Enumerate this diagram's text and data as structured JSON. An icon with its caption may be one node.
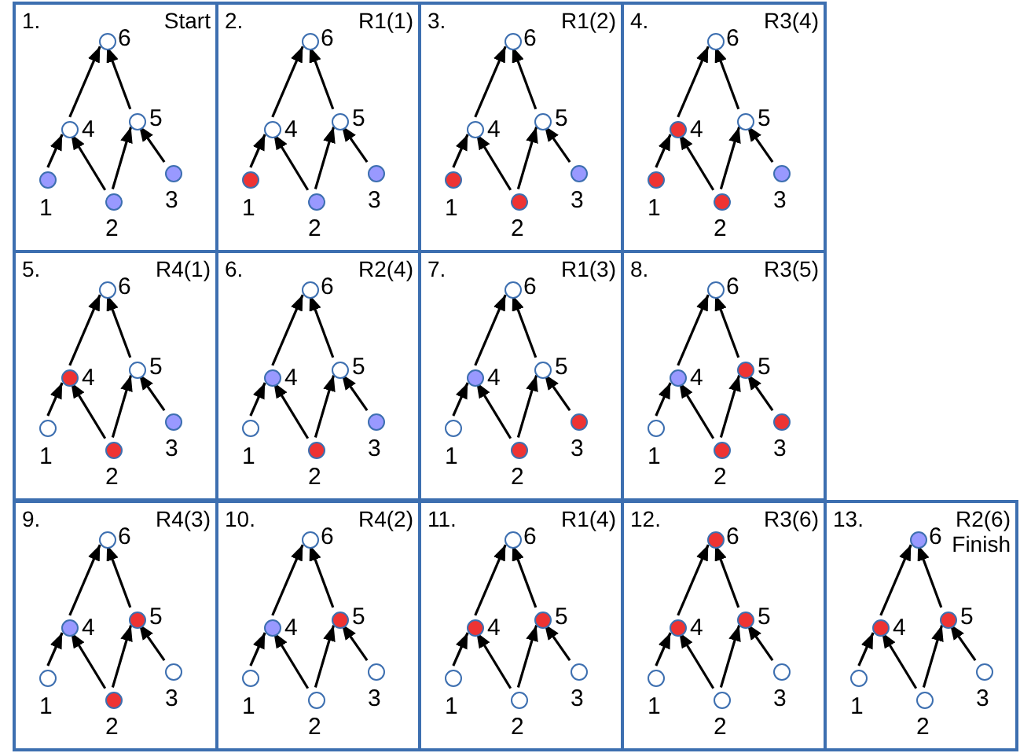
{
  "diagram": {
    "nodes": [
      {
        "text": [
          "1.",
          "Start"
        ]
      },
      {
        "text": [],
        "shape": "circle",
        "in": 0,
        "beside": [
          "6"
        ]
      },
      {
        "text": [],
        "shape": "circle",
        "in": 0,
        "beside": [
          "4"
        ]
      },
      {
        "text": [],
        "shape": "circle",
        "in": 0,
        "beside": [
          "5"
        ]
      },
      {
        "text": [],
        "shape": "circle",
        "in": 0,
        "beside": [
          "1"
        ]
      },
      {
        "text": [],
        "shape": "circle",
        "in": 0,
        "beside": [
          "3"
        ]
      },
      {
        "text": [],
        "shape": "circle",
        "in": 0,
        "beside": [
          "2"
        ]
      },
      {
        "text": [
          "2.",
          "R1(1)"
        ]
      },
      {
        "text": [],
        "shape": "circle",
        "in": 7,
        "beside": [
          "6"
        ]
      },
      {
        "text": [],
        "shape": "circle",
        "in": 7,
        "beside": [
          "4"
        ]
      },
      {
        "text": [],
        "shape": "circle",
        "in": 7,
        "beside": [
          "5"
        ]
      },
      {
        "text": [],
        "shape": "circle",
        "in": 7,
        "beside": [
          "1"
        ]
      },
      {
        "text": [],
        "shape": "circle",
        "in": 7,
        "beside": [
          "3"
        ]
      },
      {
        "text": [],
        "shape": "circle",
        "in": 7,
        "beside": [
          "2"
        ]
      },
      {
        "text": [
          "3.",
          "R1(2)"
        ]
      },
      {
        "text": [],
        "shape": "circle",
        "in": 14,
        "beside": [
          "6"
        ]
      },
      {
        "text": [],
        "shape": "circle",
        "in": 14,
        "beside": [
          "4"
        ]
      },
      {
        "text": [],
        "shape": "circle",
        "in": 14,
        "beside": [
          "5"
        ]
      },
      {
        "text": [],
        "shape": "circle",
        "in": 14,
        "beside": [
          "1"
        ]
      },
      {
        "text": [],
        "shape": "circle",
        "in": 14,
        "beside": [
          "3"
        ]
      },
      {
        "text": [],
        "shape": "circle",
        "in": 14,
        "beside": [
          "2"
        ]
      },
      {
        "text": [
          "4.",
          "R3(4)"
        ]
      },
      {
        "text": [],
        "shape": "circle",
        "in": 21,
        "beside": [
          "6"
        ]
      },
      {
        "text": [],
        "shape": "circle",
        "in": 21,
        "beside": [
          "4"
        ]
      },
      {
        "text": [],
        "shape": "circle",
        "in": 21,
        "beside": [
          "5"
        ]
      },
      {
        "text": [],
        "shape": "circle",
        "in": 21,
        "beside": [
          "1"
        ]
      },
      {
        "text": [],
        "shape": "circle",
        "in": 21,
        "beside": [
          "3"
        ]
      },
      {
        "text": [],
        "shape": "circle",
        "in": 21,
        "beside": [
          "2"
        ]
      },
      {
        "text": [
          "5.",
          "R4(1)"
        ]
      },
      {
        "text": [],
        "shape": "circle",
        "in": 28,
        "beside": [
          "6"
        ]
      },
      {
        "text": [],
        "shape": "circle",
        "in": 28,
        "beside": [
          "4"
        ]
      },
      {
        "text": [],
        "shape": "circle",
        "in": 28,
        "beside": [
          "5"
        ]
      },
      {
        "text": [],
        "shape": "circle",
        "in": 28,
        "beside": [
          "1"
        ]
      },
      {
        "text": [],
        "shape": "circle",
        "in": 28,
        "beside": [
          "3"
        ]
      },
      {
        "text": [],
        "shape": "circle",
        "in": 28,
        "beside": [
          "2"
        ]
      },
      {
        "text": [
          "6.",
          "R2(4)"
        ]
      },
      {
        "text": [],
        "shape": "circle",
        "in": 35,
        "beside": [
          "6"
        ]
      },
      {
        "text": [],
        "shape": "circle",
        "in": 35,
        "beside": [
          "4"
        ]
      },
      {
        "text": [],
        "shape": "circle",
        "in": 35,
        "beside": [
          "5"
        ]
      },
      {
        "text": [],
        "shape": "circle",
        "in": 35,
        "beside": [
          "1"
        ]
      },
      {
        "text": [],
        "shape": "circle",
        "in": 35,
        "beside": [
          "3"
        ]
      },
      {
        "text": [],
        "shape": "circle",
        "in": 35,
        "beside": [
          "2"
        ]
      },
      {
        "text": [
          "7.",
          "R1(3)"
        ]
      },
      {
        "text": [],
        "shape": "circle",
        "in": 42,
        "beside": [
          "6"
        ]
      },
      {
        "text": [],
        "shape": "circle",
        "in": 42,
        "beside": [
          "4"
        ]
      },
      {
        "text": [],
        "shape": "circle",
        "in": 42,
        "beside": [
          "5"
        ]
      },
      {
        "text": [],
        "shape": "circle",
        "in": 42,
        "beside": [
          "1"
        ]
      },
      {
        "text": [],
        "shape": "circle",
        "in": 42,
        "beside": [
          "3"
        ]
      },
      {
        "text": [],
        "shape": "circle",
        "in": 42,
        "beside": [
          "2"
        ]
      },
      {
        "text": [
          "8.",
          "R3(5)"
        ]
      },
      {
        "text": [],
        "shape": "circle",
        "in": 49,
        "beside": [
          "6"
        ]
      },
      {
        "text": [],
        "shape": "circle",
        "in": 49,
        "beside": [
          "4"
        ]
      },
      {
        "text": [],
        "shape": "circle",
        "in": 49,
        "beside": [
          "5"
        ]
      },
      {
        "text": [],
        "shape": "circle",
        "in": 49,
        "beside": [
          "1"
        ]
      },
      {
        "text": [],
        "shape": "circle",
        "in": 49,
        "beside": [
          "3"
        ]
      },
      {
        "text": [],
        "shape": "circle",
        "in": 49,
        "beside": [
          "2"
        ]
      },
      {
        "text": [
          "9.",
          "R4(3)"
        ]
      },
      {
        "text": [],
        "shape": "circle",
        "in": 56,
        "beside": [
          "6"
        ]
      },
      {
        "text": [],
        "shape": "circle",
        "in": 56,
        "beside": [
          "4"
        ]
      },
      {
        "text": [],
        "shape": "circle",
        "in": 56,
        "beside": [
          "5"
        ]
      },
      {
        "text": [],
        "shape": "circle",
        "in": 56,
        "beside": [
          "1"
        ]
      },
      {
        "text": [],
        "shape": "circle",
        "in": 56,
        "beside": [
          "3"
        ]
      },
      {
        "text": [],
        "shape": "circle",
        "in": 56,
        "beside": [
          "2"
        ]
      },
      {
        "text": [
          "10.",
          "R4(2)"
        ]
      },
      {
        "text": [],
        "shape": "circle",
        "in": 63,
        "beside": [
          "6"
        ]
      },
      {
        "text": [],
        "shape": "circle",
        "in": 63,
        "beside": [
          "4"
        ]
      },
      {
        "text": [],
        "shape": "circle",
        "in": 63,
        "beside": [
          "5"
        ]
      },
      {
        "text": [],
        "shape": "circle",
        "in": 63,
        "beside": [
          "1"
        ]
      },
      {
        "text": [],
        "shape": "circle",
        "in": 63,
        "beside": [
          "3"
        ]
      },
      {
        "text": [],
        "shape": "circle",
        "in": 63,
        "beside": [
          "2"
        ]
      },
      {
        "text": [
          "11.",
          "R1(4)"
        ]
      },
      {
        "text": [],
        "shape": "circle",
        "in": 70,
        "beside": [
          "6"
        ]
      },
      {
        "text": [],
        "shape": "circle",
        "in": 70,
        "beside": [
          "4"
        ]
      },
      {
        "text": [],
        "shape": "circle",
        "in": 70,
        "beside": [
          "5"
        ]
      },
      {
        "text": [],
        "shape": "circle",
        "in": 70,
        "beside": [
          "1"
        ]
      },
      {
        "text": [],
        "shape": "circle",
        "in": 70,
        "beside": [
          "3"
        ]
      },
      {
        "text": [],
        "shape": "circle",
        "in": 70,
        "beside": [
          "2"
        ]
      },
      {
        "text": [
          "12.",
          "R3(6)"
        ]
      },
      {
        "text": [],
        "shape": "circle",
        "in": 77,
        "beside": [
          "6"
        ]
      },
      {
        "text": [],
        "shape": "circle",
        "in": 77,
        "beside": [
          "4"
        ]
      },
      {
        "text": [],
        "shape": "circle",
        "in": 77,
        "beside": [
          "5"
        ]
      },
      {
        "text": [],
        "shape": "circle",
        "in": 77,
        "beside": [
          "1"
        ]
      },
      {
        "text": [],
        "shape": "circle",
        "in": 77,
        "beside": [
          "3"
        ]
      },
      {
        "text": [],
        "shape": "circle",
        "in": 77,
        "beside": [
          "2"
        ]
      },
      {
        "text": [
          "13.",
          "R2(6) Finish"
        ]
      },
      {
        "text": [],
        "shape": "circle",
        "in": 84,
        "beside": [
          "6"
        ]
      },
      {
        "text": [],
        "shape": "circle",
        "in": 84,
        "beside": [
          "4"
        ]
      },
      {
        "text": [],
        "shape": "circle",
        "in": 84,
        "beside": [
          "5"
        ]
      },
      {
        "text": [],
        "shape": "circle",
        "in": 84,
        "beside": [
          "1"
        ]
      },
      {
        "text": [],
        "shape": "circle",
        "in": 84,
        "beside": [
          "3"
        ]
      },
      {
        "text": [],
        "shape": "circle",
        "in": 84,
        "beside": [
          "2"
        ]
      }
    ],
    "edges": [
      {
        "from": 4,
        "to": 2,
        "arrow": "to"
      },
      {
        "from": 6,
        "to": 2,
        "arrow": "to"
      },
      {
        "from": 6,
        "to": 3,
        "arrow": "to"
      },
      {
        "from": 5,
        "to": 3,
        "arrow": "to"
      },
      {
        "from": 2,
        "to": 1,
        "arrow": "to"
      },
      {
        "from": 3,
        "to": 1,
        "arrow": "to"
      },
      {
        "from": 11,
        "to": 9,
        "arrow": "to"
      },
      {
        "from": 13,
        "to": 9,
        "arrow": "to"
      },
      {
        "from": 13,
        "to": 10,
        "arrow": "to"
      },
      {
        "from": 12,
        "to": 10,
        "arrow": "to"
      },
      {
        "from": 9,
        "to": 8,
        "arrow": "to"
      },
      {
        "from": 10,
        "to": 8,
        "arrow": "to"
      },
      {
        "from": 18,
        "to": 16,
        "arrow": "to"
      },
      {
        "from": 20,
        "to": 16,
        "arrow": "to"
      },
      {
        "from": 20,
        "to": 17,
        "arrow": "to"
      },
      {
        "from": 19,
        "to": 17,
        "arrow": "to"
      },
      {
        "from": 16,
        "to": 15,
        "arrow": "to"
      },
      {
        "from": 17,
        "to": 15,
        "arrow": "to"
      },
      {
        "from": 25,
        "to": 23,
        "arrow": "to"
      },
      {
        "from": 27,
        "to": 23,
        "arrow": "to"
      },
      {
        "from": 27,
        "to": 24,
        "arrow": "to"
      },
      {
        "from": 26,
        "to": 24,
        "arrow": "to"
      },
      {
        "from": 23,
        "to": 22,
        "arrow": "to"
      },
      {
        "from": 24,
        "to": 22,
        "arrow": "to"
      },
      {
        "from": 32,
        "to": 30,
        "arrow": "to"
      },
      {
        "from": 34,
        "to": 30,
        "arrow": "to"
      },
      {
        "from": 34,
        "to": 31,
        "arrow": "to"
      },
      {
        "from": 33,
        "to": 31,
        "arrow": "to"
      },
      {
        "from": 30,
        "to": 29,
        "arrow": "to"
      },
      {
        "from": 31,
        "to": 29,
        "arrow": "to"
      },
      {
        "from": 39,
        "to": 37,
        "arrow": "to"
      },
      {
        "from": 41,
        "to": 37,
        "arrow": "to"
      },
      {
        "from": 41,
        "to": 38,
        "arrow": "to"
      },
      {
        "from": 40,
        "to": 38,
        "arrow": "to"
      },
      {
        "from": 37,
        "to": 36,
        "arrow": "to"
      },
      {
        "from": 38,
        "to": 36,
        "arrow": "to"
      },
      {
        "from": 46,
        "to": 44,
        "arrow": "to"
      },
      {
        "from": 48,
        "to": 44,
        "arrow": "to"
      },
      {
        "from": 48,
        "to": 45,
        "arrow": "to"
      },
      {
        "from": 47,
        "to": 45,
        "arrow": "to"
      },
      {
        "from": 44,
        "to": 43,
        "arrow": "to"
      },
      {
        "from": 45,
        "to": 43,
        "arrow": "to"
      },
      {
        "from": 53,
        "to": 51,
        "arrow": "to"
      },
      {
        "from": 55,
        "to": 51,
        "arrow": "to"
      },
      {
        "from": 55,
        "to": 52,
        "arrow": "to"
      },
      {
        "from": 54,
        "to": 52,
        "arrow": "to"
      },
      {
        "from": 51,
        "to": 50,
        "arrow": "to"
      },
      {
        "from": 52,
        "to": 50,
        "arrow": "to"
      },
      {
        "from": 60,
        "to": 58,
        "arrow": "to"
      },
      {
        "from": 62,
        "to": 58,
        "arrow": "to"
      },
      {
        "from": 62,
        "to": 59,
        "arrow": "to"
      },
      {
        "from": 61,
        "to": 59,
        "arrow": "to"
      },
      {
        "from": 58,
        "to": 57,
        "arrow": "to"
      },
      {
        "from": 59,
        "to": 57,
        "arrow": "to"
      },
      {
        "from": 67,
        "to": 65,
        "arrow": "to"
      },
      {
        "from": 69,
        "to": 65,
        "arrow": "to"
      },
      {
        "from": 69,
        "to": 66,
        "arrow": "to"
      },
      {
        "from": 68,
        "to": 66,
        "arrow": "to"
      },
      {
        "from": 65,
        "to": 64,
        "arrow": "to"
      },
      {
        "from": 66,
        "to": 64,
        "arrow": "to"
      },
      {
        "from": 74,
        "to": 72,
        "arrow": "to"
      },
      {
        "from": 76,
        "to": 72,
        "arrow": "to"
      },
      {
        "from": 76,
        "to": 73,
        "arrow": "to"
      },
      {
        "from": 75,
        "to": 73,
        "arrow": "to"
      },
      {
        "from": 72,
        "to": 71,
        "arrow": "to"
      },
      {
        "from": 73,
        "to": 71,
        "arrow": "to"
      },
      {
        "from": 81,
        "to": 79,
        "arrow": "to"
      },
      {
        "from": 83,
        "to": 79,
        "arrow": "to"
      },
      {
        "from": 83,
        "to": 80,
        "arrow": "to"
      },
      {
        "from": 82,
        "to": 80,
        "arrow": "to"
      },
      {
        "from": 79,
        "to": 78,
        "arrow": "to"
      },
      {
        "from": 80,
        "to": 78,
        "arrow": "to"
      },
      {
        "from": 88,
        "to": 86,
        "arrow": "to"
      },
      {
        "from": 90,
        "to": 86,
        "arrow": "to"
      },
      {
        "from": 90,
        "to": 87,
        "arrow": "to"
      },
      {
        "from": 89,
        "to": 87,
        "arrow": "to"
      },
      {
        "from": 86,
        "to": 85,
        "arrow": "to"
      },
      {
        "from": 87,
        "to": 85,
        "arrow": "to"
      }
    ]
  }
}
